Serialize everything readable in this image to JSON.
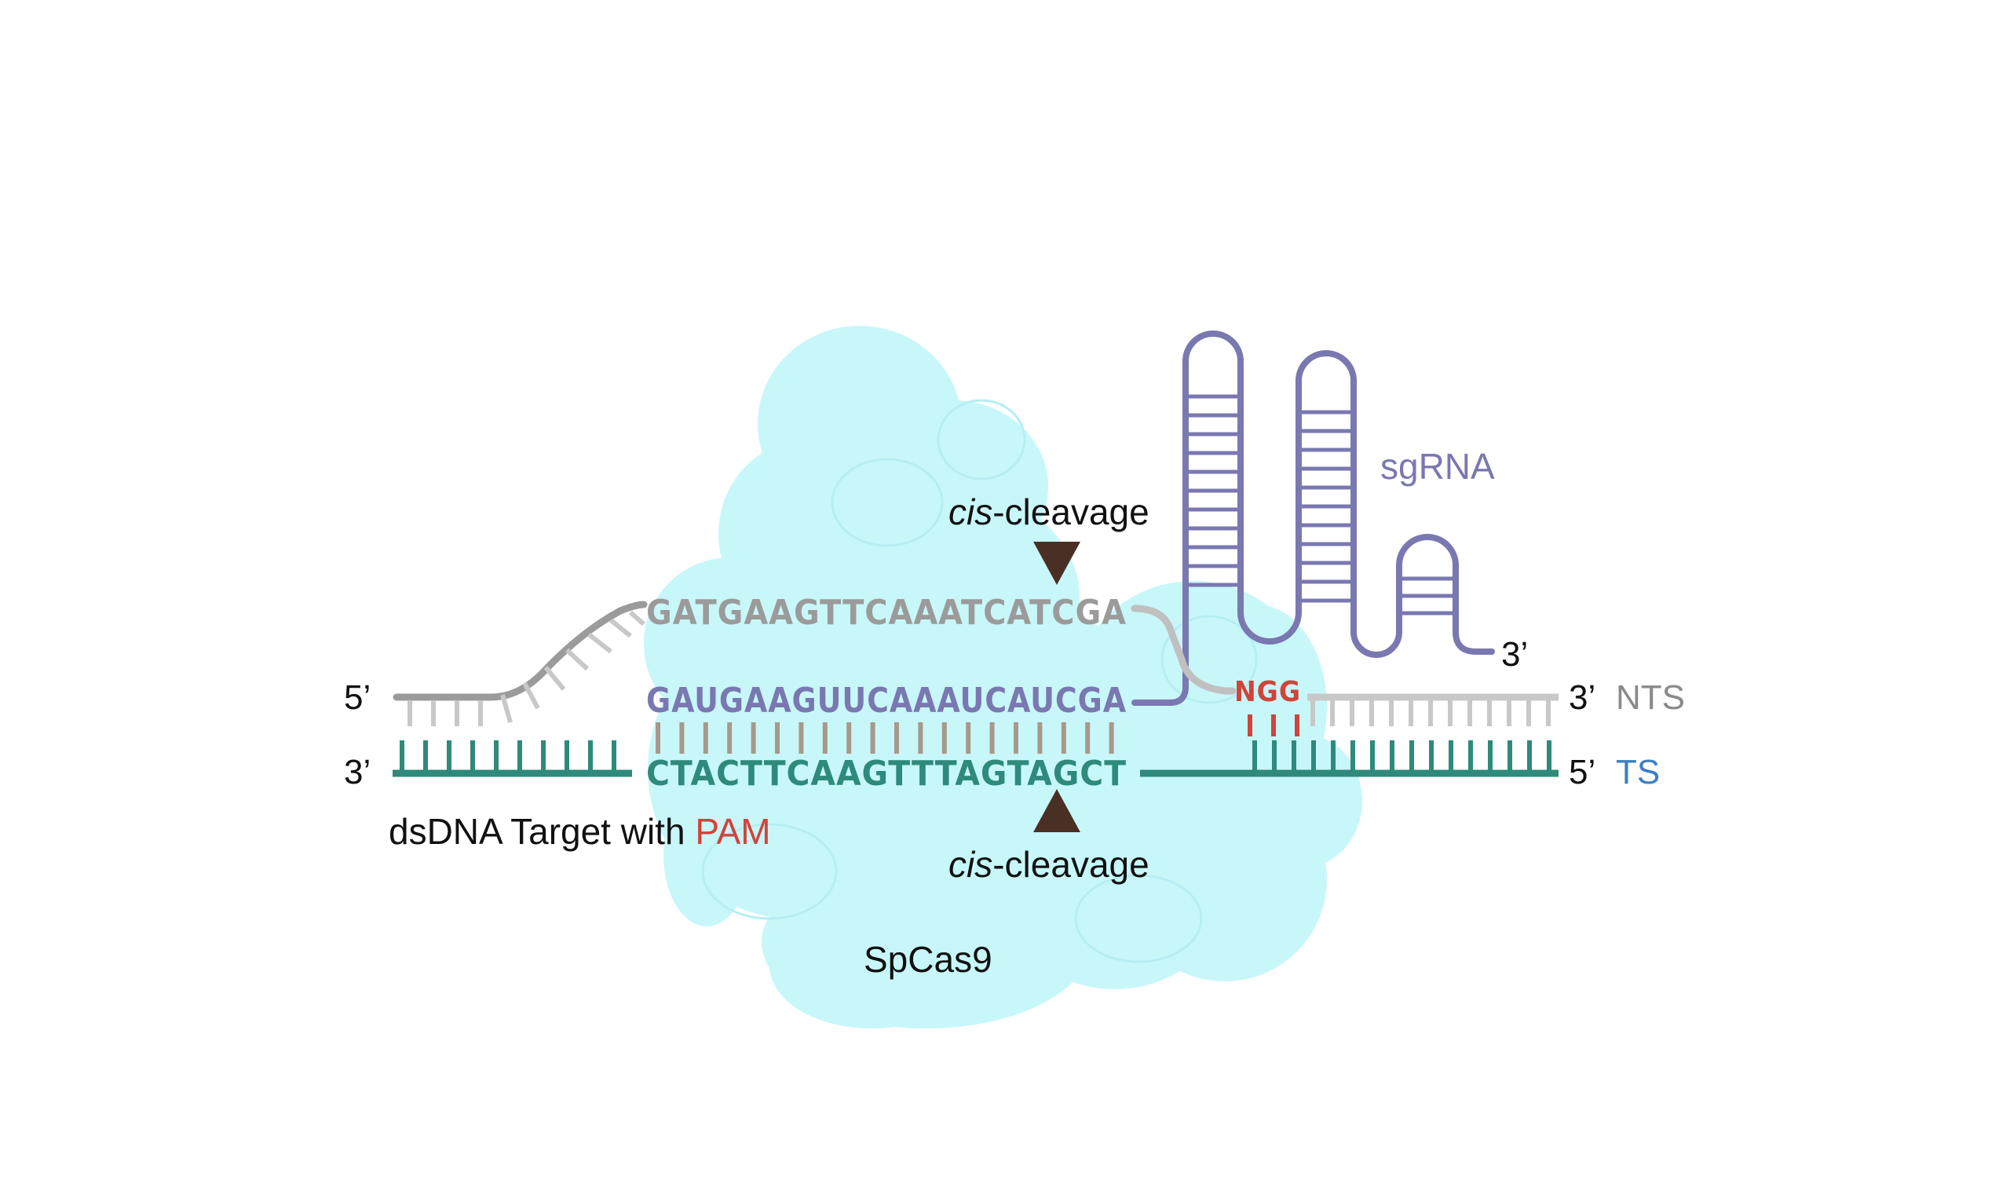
{
  "labels": {
    "cis_top_italic": "cis",
    "cis_top_rest": "-cleavage",
    "cis_bottom_italic": "cis",
    "cis_bottom_rest": "-cleavage",
    "sgrna": "sgRNA",
    "sgrna_3prime": "3’",
    "nts_seq": "GATGAAGTTCAAATCATCGA",
    "rna_seq": "GAUGAAGUUCAAAUCAUCGA",
    "ts_seq": "CTACTTCAAGTTTAGTAGCT",
    "pam_seq": "NGG",
    "left_top_end": "5’",
    "left_bottom_end": "3’",
    "right_top_end": "3’",
    "right_bottom_end": "5’",
    "nts_name": "NTS",
    "ts_name": "TS",
    "target_caption": "dsDNA Target with ",
    "target_pam": "PAM",
    "protein": "SpCas9"
  },
  "colors": {
    "protein_fill": "#c8f7fa",
    "nts_strand": "#9b9b9b",
    "nts_light": "#c8c8c8",
    "ts_strand": "#2e8a7a",
    "rna": "#7a78b0",
    "pam": "#d0443a",
    "arrow": "#4a3024",
    "ts_label": "#3b7fc4",
    "base_pair": "#a8988a"
  }
}
